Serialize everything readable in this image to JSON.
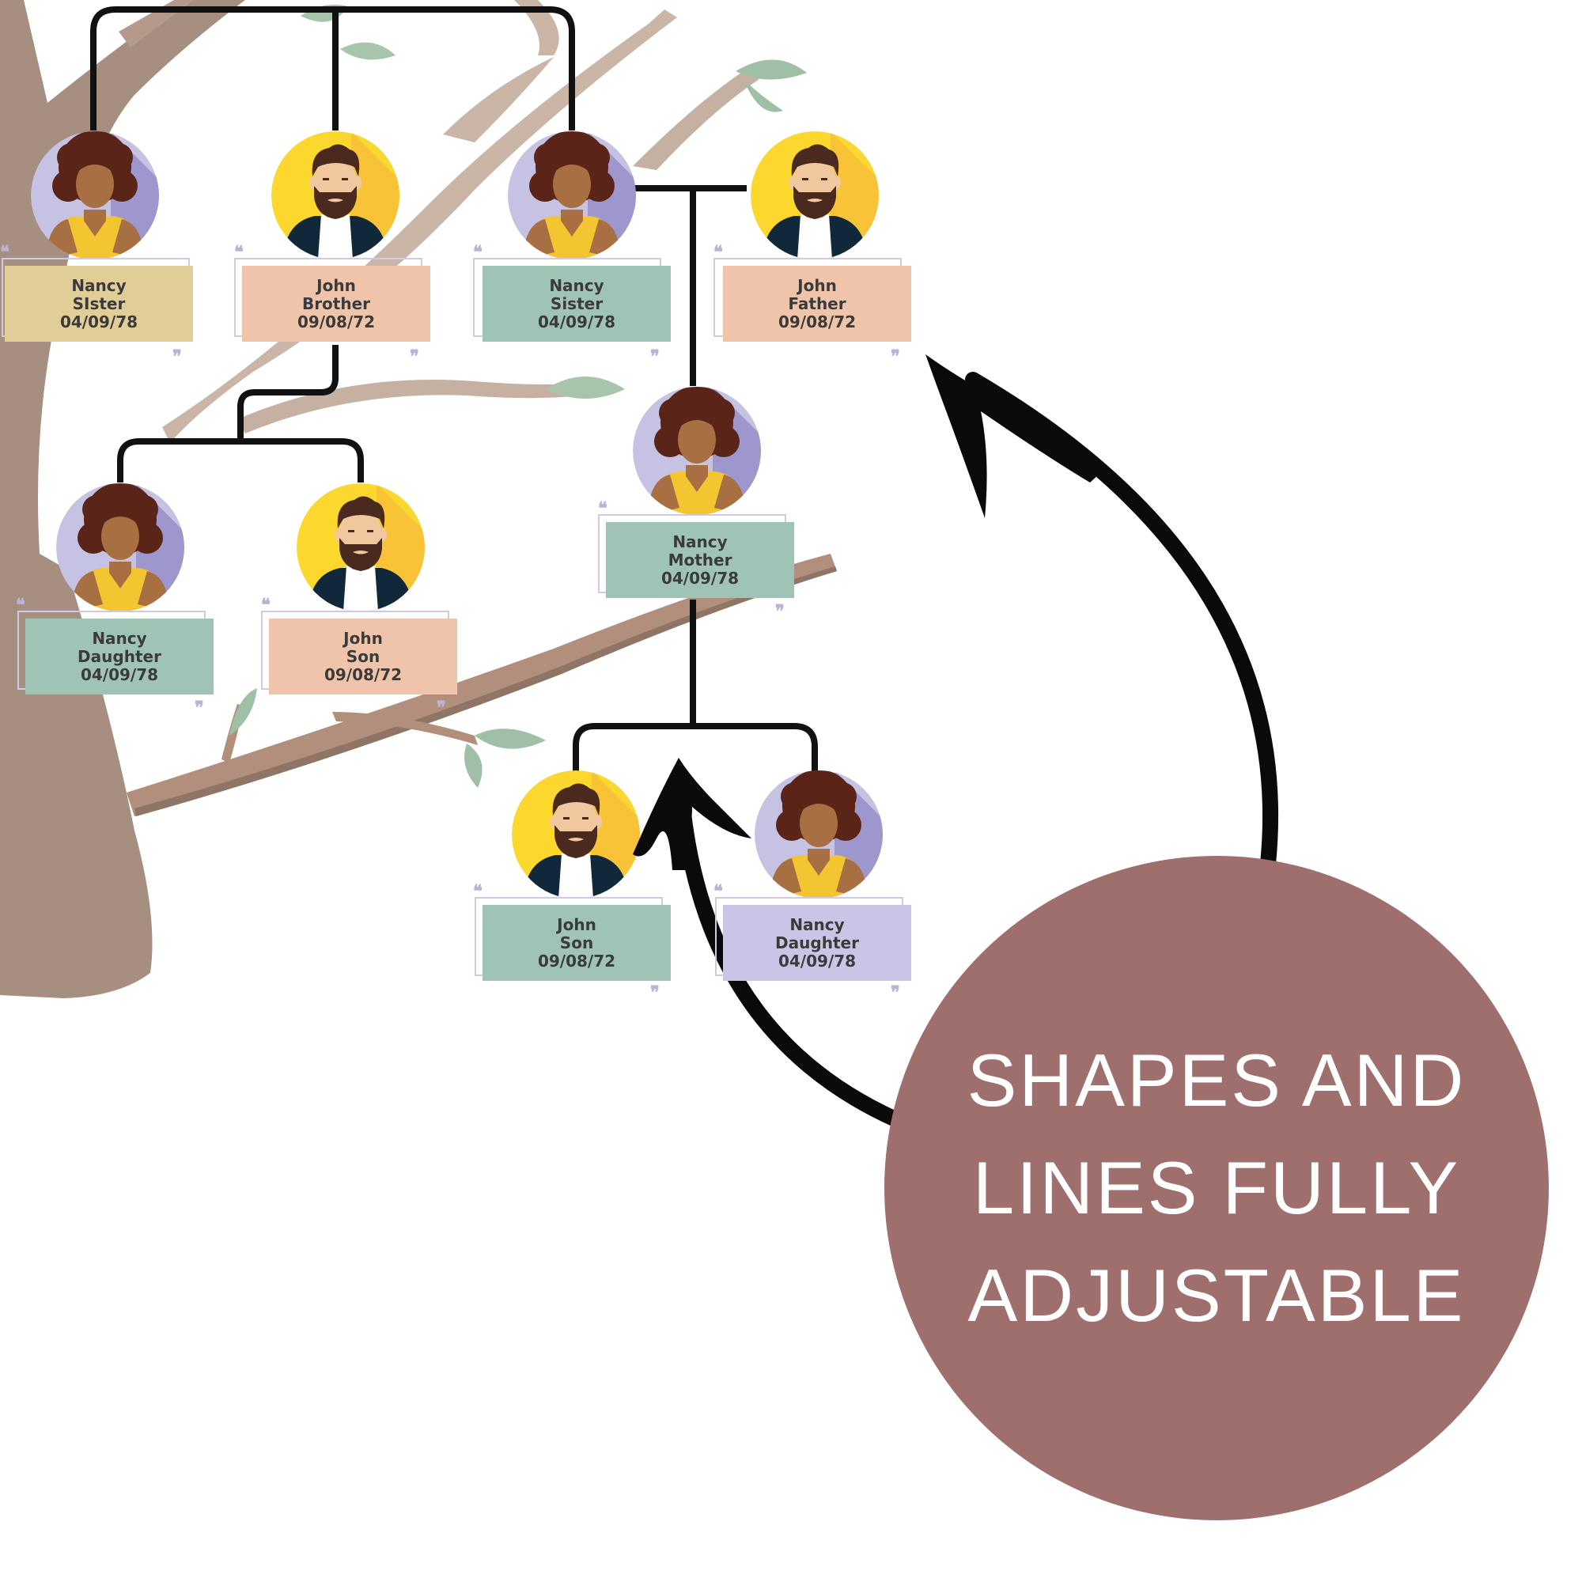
{
  "callout": {
    "lines": [
      "SHAPES AND",
      "LINES FULLY",
      "ADJUSTABLE"
    ]
  },
  "colors": {
    "trunk": "#a68e80",
    "branch": "#b89c8a",
    "branch_shade": "#8e7566",
    "leaf": "#9fbfa6",
    "connector": "#111111",
    "arrow": "#0a0a0a",
    "callout_bg": "#9e6f6d",
    "card_yellow": "#e0cd97",
    "card_peach": "#f0c4ab",
    "card_green": "#9fc4b5",
    "card_lavender": "#c9c5e6",
    "avatar_female_bg": "#c5c2e4",
    "avatar_female_shade": "#9d97cd",
    "avatar_male_bg": "#fcd82e",
    "avatar_male_shade": "#f9c337"
  },
  "people": [
    {
      "id": "p1",
      "name": "Nancy",
      "role": "SIster",
      "date": "04/09/78",
      "gender": "female",
      "card_color": "yellow"
    },
    {
      "id": "p2",
      "name": "John",
      "role": "Brother",
      "date": "09/08/72",
      "gender": "male",
      "card_color": "peach"
    },
    {
      "id": "p3",
      "name": "Nancy",
      "role": "Sister",
      "date": "04/09/78",
      "gender": "female",
      "card_color": "green"
    },
    {
      "id": "p4",
      "name": "John",
      "role": "Father",
      "date": "09/08/72",
      "gender": "male",
      "card_color": "peach"
    },
    {
      "id": "p5",
      "name": "Nancy",
      "role": "Mother",
      "date": "04/09/78",
      "gender": "female",
      "card_color": "green"
    },
    {
      "id": "p6",
      "name": "Nancy",
      "role": "Daughter",
      "date": "04/09/78",
      "gender": "female",
      "card_color": "green"
    },
    {
      "id": "p7",
      "name": "John",
      "role": "Son",
      "date": "09/08/72",
      "gender": "male",
      "card_color": "peach"
    },
    {
      "id": "p8",
      "name": "John",
      "role": "Son",
      "date": "09/08/72",
      "gender": "male",
      "card_color": "green"
    },
    {
      "id": "p9",
      "name": "Nancy",
      "role": "Daughter",
      "date": "04/09/78",
      "gender": "female",
      "card_color": "lavender"
    }
  ]
}
